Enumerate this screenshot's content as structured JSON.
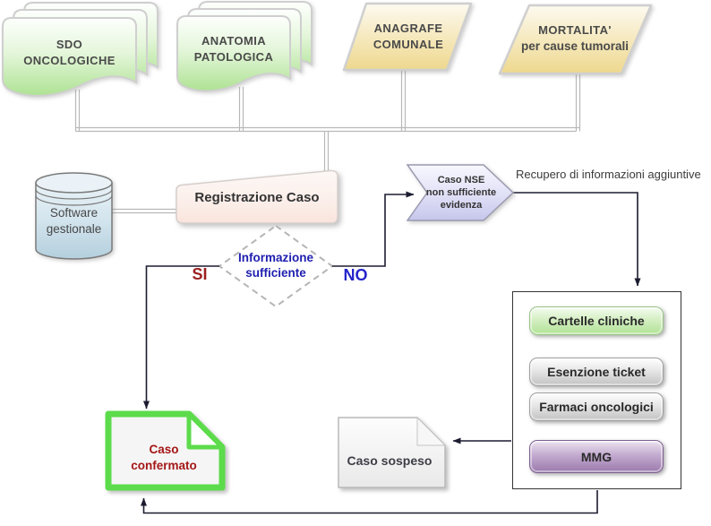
{
  "sources": {
    "sdo": {
      "line1": "SDO",
      "line2": "ONCOLOGICHE"
    },
    "anatomia": {
      "line1": "ANATOMIA",
      "line2": "PATOLOGICA"
    },
    "anagrafe": {
      "line1": "ANAGRAFE",
      "line2": "COMUNALE"
    },
    "mortalita": {
      "line1": "MORTALITA'",
      "line2": "per cause tumorali"
    }
  },
  "database": {
    "line1": "Software",
    "line2": "gestionale"
  },
  "registration": {
    "label": "Registrazione Caso"
  },
  "decision": {
    "line1": "Informazione",
    "line2": "sufficiente",
    "yes_label": "SI",
    "no_label": "NO"
  },
  "nse": {
    "line1": "Caso NSE",
    "line2": "non sufficiente",
    "line3": "evidenza"
  },
  "annotations": {
    "recupero": "Recupero di informazioni aggiuntive"
  },
  "info_sources": {
    "buttons": [
      {
        "label": "Cartelle cliniche",
        "color": "#b0e295"
      },
      {
        "label": "Esenzione ticket",
        "color": "#c6c6c6"
      },
      {
        "label": "Farmaci oncologici",
        "color": "#c6c6c6"
      },
      {
        "label": "MMG",
        "color": "#9b79ad"
      }
    ]
  },
  "outcomes": {
    "confirmed": {
      "line1": "Caso",
      "line2": "confermato"
    },
    "suspended": {
      "label": "Caso sospeso"
    }
  },
  "colors": {
    "green_shape": "#aee293",
    "yellow_shape": "#eed88e",
    "pink_shape": "#f9e4dc",
    "blue_cylinder": "#b4cfdd",
    "lavender_chevron": "#c6c6ec",
    "yes_text": "#9c2020",
    "no_text": "#2525cb",
    "decision_text": "#1f1fb0",
    "confirmed_text": "#a51616",
    "confirmed_border": "#5cdb4b",
    "arrow": "#1c1c30",
    "connector": "#b8b8b8"
  }
}
